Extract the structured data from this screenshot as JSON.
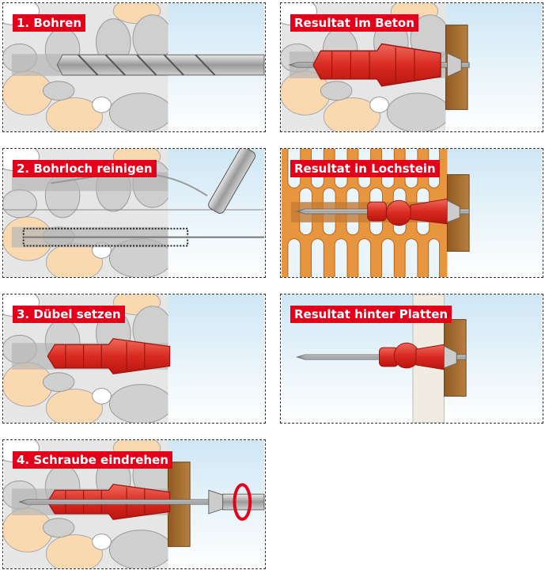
{
  "steps": [
    {
      "label": "1. Bohren"
    },
    {
      "label": "2. Bohrloch reinigen"
    },
    {
      "label": "3. Dübel setzen"
    },
    {
      "label": "4. Schraube eindrehen"
    }
  ],
  "results": [
    {
      "label": "Resultat im Beton"
    },
    {
      "label": "Resultat in Lochstein"
    },
    {
      "label": "Resultat hinter Platten"
    }
  ],
  "colors": {
    "label_bg": "#e3001b",
    "dowel": "#e2352c",
    "concrete": "#e4e4e4",
    "brick": "#e8953f",
    "wood": "#a8712f",
    "air": "#dceef8"
  }
}
